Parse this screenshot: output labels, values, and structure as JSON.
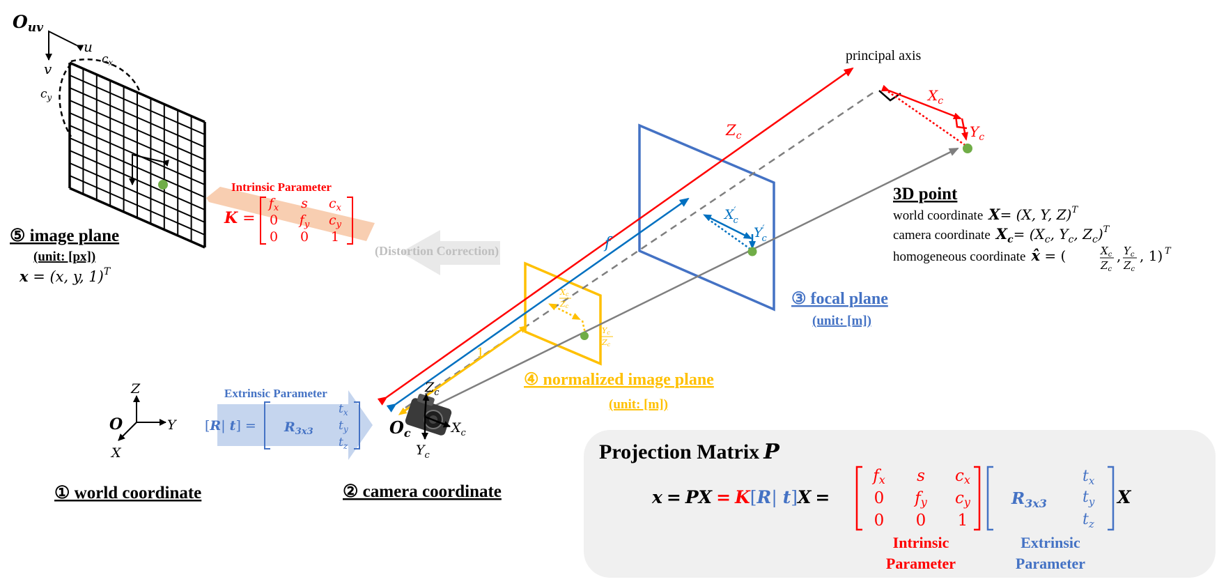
{
  "labels": {
    "origin_uv": "O",
    "origin_uv_sub": "uv",
    "axis_u": "u",
    "axis_v": "v",
    "cx": "c",
    "cx_sub": "x",
    "cy": "c",
    "cy_sub": "y",
    "image_plane_title": "⑤ image plane",
    "image_plane_unit": "(unit: [px])",
    "image_plane_eq": "(x, y, 1)",
    "image_plane_eq_lhs": "x",
    "intrinsic_title": "Intrinsic Parameter",
    "distortion": "(Distortion Correction)",
    "principal_axis": "principal axis",
    "zc_label": "Z",
    "xc_label": "X",
    "yc_label": "Y",
    "xc_prime": "X",
    "yc_prime": "Y",
    "sub_c": "c",
    "prime": "′",
    "f_label": "f",
    "one_label": "1",
    "point_title": "3D point",
    "point_world_label": "world coordinate",
    "point_world_eq": "= (X, Y, Z)",
    "point_camera_label": "camera coordinate",
    "point_camera_eq": "= (X",
    "point_homog_label": "homogeneous coordinate",
    "focal_plane_title": "③ focal plane",
    "focal_plane_unit": "(unit: [m])",
    "normalized_title": "④ normalized image plane",
    "normalized_unit": "(unit: [m])",
    "world_coord_title": "① world coordinate",
    "camera_coord_title": "② camera coordinate",
    "world_origin": "O",
    "cam_origin": "O",
    "cam_origin_sub": "c",
    "axis_X": "X",
    "axis_Y": "Y",
    "axis_Z": "Z",
    "extrinsic_title": "Extrinsic Parameter",
    "R3x3": "R",
    "R3x3_sub": "3x3",
    "tx": "t",
    "ty": "t",
    "tz": "t",
    "sup_T": "T"
  },
  "matrix_K": {
    "lhs": "K",
    "rows": [
      [
        "f",
        "s",
        "c"
      ],
      [
        "0",
        "f",
        "c"
      ],
      [
        "0",
        "0",
        "1"
      ]
    ],
    "subs": [
      [
        "x",
        "",
        "x"
      ],
      [
        "",
        "y",
        "y"
      ],
      [
        "",
        "",
        ""
      ]
    ]
  },
  "projection": {
    "title": "Projection Matrix",
    "title_P": "P",
    "eq_x": "x",
    "eq_eq": "=",
    "eq_P": "P",
    "eq_X": "X",
    "eq_K": "K",
    "eq_R": "R",
    "eq_t": "t",
    "intrinsic_label_1": "Intrinsic",
    "intrinsic_label_2": "Parameter",
    "extrinsic_label_1": "Extrinsic",
    "extrinsic_label_2": "Parameter"
  },
  "colors": {
    "red": "#ff0000",
    "blue": "#4472c4",
    "darkblue": "#0070c0",
    "yellow": "#ffc000",
    "gray": "#7f7f7f",
    "green": "#70ad47",
    "salmon": "#f8cbad",
    "lightblue": "#c5d5ee",
    "lightgray": "#e9e9e9"
  }
}
